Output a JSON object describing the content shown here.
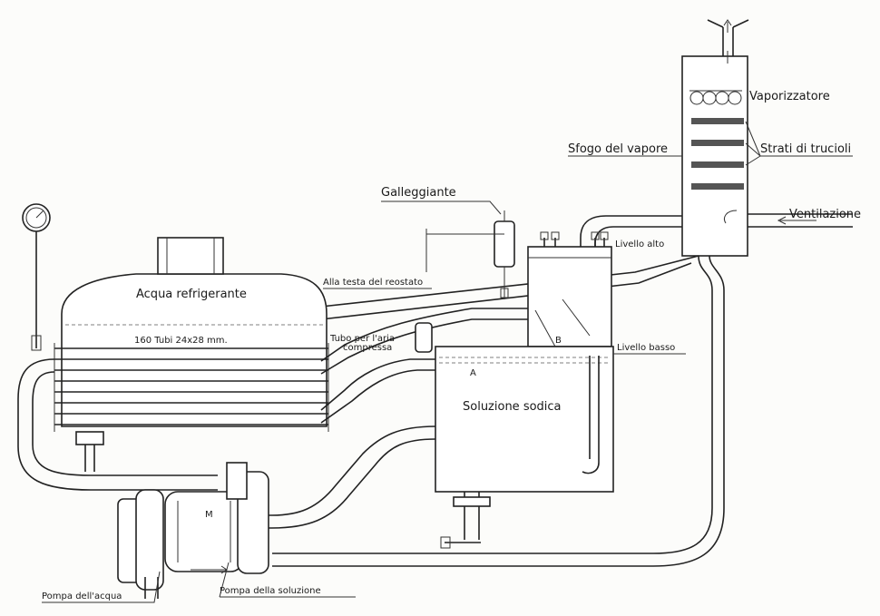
{
  "labels": {
    "vaporizzatore": "Vaporizzatore",
    "sfogo": "Sfogo del vapore",
    "strati": "Strati di trucioli",
    "ventilazione": "Ventilazione",
    "galleggiante": "Galleggiante",
    "livello_alto": "Livello alto",
    "alla_testa": "Alla testa del reostato",
    "acqua_refrigerante": "Acqua refrigerante",
    "tubi": "160 Tubi 24x28 mm.",
    "tubo_aria_1": "Tubo per l'aria",
    "tubo_aria_2": "compressa",
    "livello_basso": "Livello basso",
    "soluzione": "Soluzione sodica",
    "pompa_acqua": "Pompa dell'acqua",
    "pompa_soluzione": "Pompa della soluzione",
    "marker_a": "A",
    "marker_b": "B",
    "marker_m": "M"
  }
}
